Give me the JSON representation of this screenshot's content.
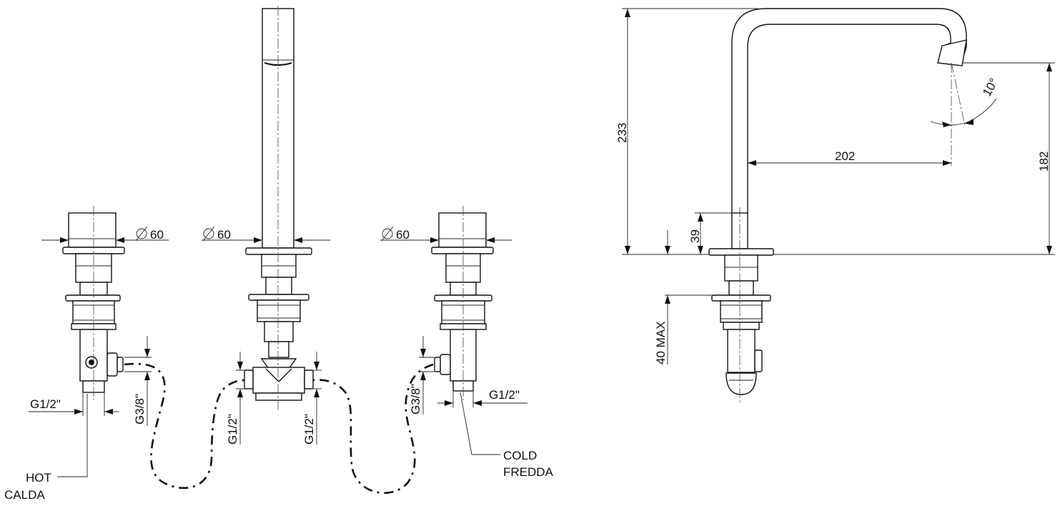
{
  "labels": {
    "dia_left": "60",
    "dia_center": "60",
    "dia_right": "60",
    "g12_left": "G1/2\"",
    "g38_left": "G3/8\"",
    "g12_tee_left": "G1/2\"",
    "g12_tee_right": "G1/2\"",
    "g38_right": "G3/8\"",
    "g12_right": "G1/2\"",
    "hot_en": "HOT",
    "hot_it": "CALDA",
    "cold_en": "COLD",
    "cold_it": "FREDDA",
    "dim_233": "233",
    "dim_202": "202",
    "dim_182": "182",
    "dim_39": "39",
    "dim_40max": "40 MAX",
    "angle_10": "10°"
  }
}
